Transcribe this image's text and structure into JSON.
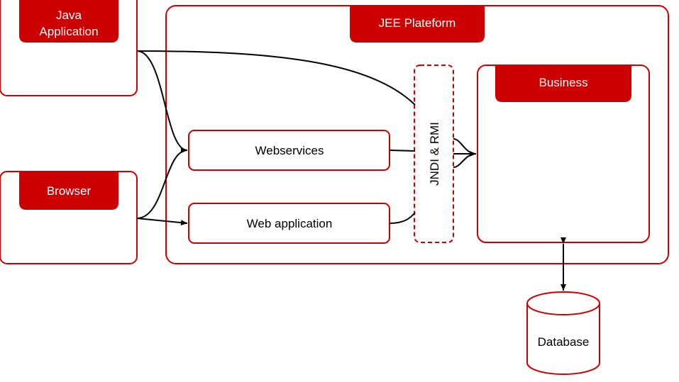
{
  "colors": {
    "accent": "#cc0000",
    "stroke": "#cc0000",
    "line": "#000000",
    "background": "#ffffff"
  },
  "java_application": {
    "title_line1": "Java",
    "title_line2": "Application"
  },
  "browser": {
    "title": "Browser"
  },
  "jee_platform": {
    "title": "JEE Plateform"
  },
  "webservices": {
    "label": "Webservices"
  },
  "web_application": {
    "label": "Web application"
  },
  "jndi_rmi": {
    "label": "JNDI & RMI"
  },
  "business": {
    "title": "Business"
  },
  "database": {
    "label": "Database"
  }
}
